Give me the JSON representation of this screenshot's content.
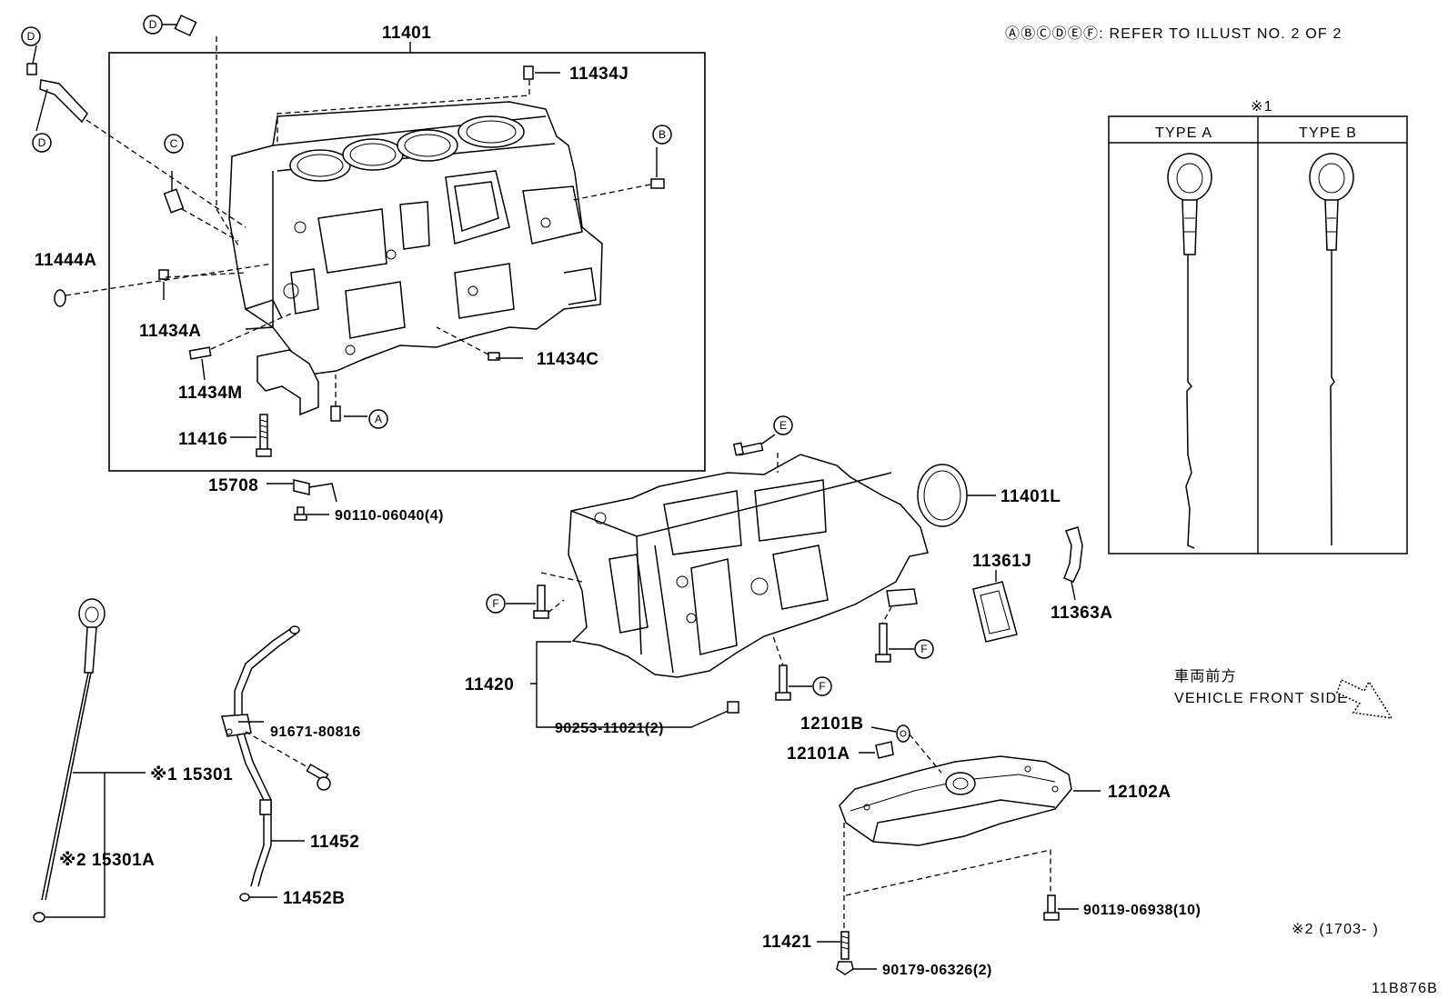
{
  "diagram": {
    "header_note": "ⒶⒷⒸⒹⒺⒻ: REFER TO ILLUST NO. 2 OF 2",
    "figure_id": "11B876B",
    "type_box": {
      "note": "※1",
      "type_a": "TYPE A",
      "type_b": "TYPE B"
    },
    "vehicle_front": {
      "jp": "車両前方",
      "en": "VEHICLE FRONT SIDE"
    },
    "footnote": "※2 (1703-      )",
    "callouts": {
      "a": "A",
      "b": "B",
      "c": "C",
      "d": "D",
      "e": "E",
      "f": "F"
    },
    "parts": {
      "p11401": "11401",
      "p11434J": "11434J",
      "p11444A": "11444A",
      "p11434A": "11434A",
      "p11434C": "11434C",
      "p11434M": "11434M",
      "p11416": "11416",
      "p15708": "15708",
      "p90110": "90110-06040(4)",
      "p11401L": "11401L",
      "p11361J": "11361J",
      "p11363A": "11363A",
      "p11420": "11420",
      "p90253": "90253-11021(2)",
      "p12101B": "12101B",
      "p12101A": "12101A",
      "p12102A": "12102A",
      "p91671": "91671-80816",
      "p15301": "※1 15301",
      "p15301A": "※2 15301A",
      "p11452": "11452",
      "p11452B": "11452B",
      "p90119": "90119-06938(10)",
      "p11421": "11421",
      "p90179": "90179-06326(2)"
    }
  }
}
